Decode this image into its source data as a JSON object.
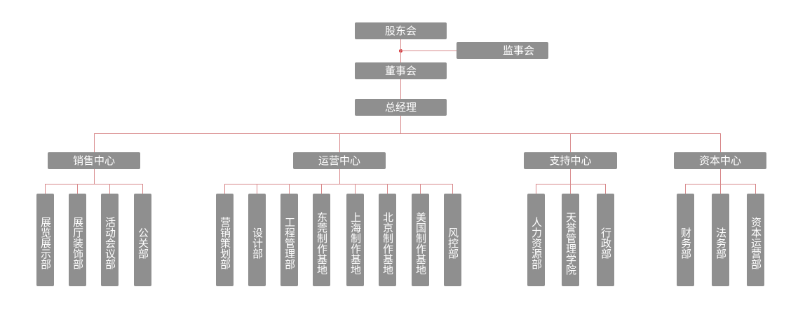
{
  "org": {
    "shareholders": "股东会",
    "supervisors": "监事会",
    "board": "董事会",
    "gm": "总经理",
    "centers": [
      {
        "label": "销售中心",
        "children": [
          "展览展示部",
          "展厅装饰部",
          "活动会议部",
          "公关部"
        ]
      },
      {
        "label": "运营中心",
        "children": [
          "营销策划部",
          "设计部",
          "工程管理部",
          "东莞制作基地",
          "上海制作基地",
          "北京制作基地",
          "美国制作基地",
          "风控部"
        ]
      },
      {
        "label": "支持中心",
        "children": [
          "人力资源部",
          "天誉管理学院",
          "行政部"
        ]
      },
      {
        "label": "资本中心",
        "children": [
          "财务部",
          "法务部",
          "资本运营部"
        ]
      }
    ]
  },
  "colors": {
    "box": "#8f8f8f",
    "line": "#d8898b",
    "dot": "#d63035"
  }
}
